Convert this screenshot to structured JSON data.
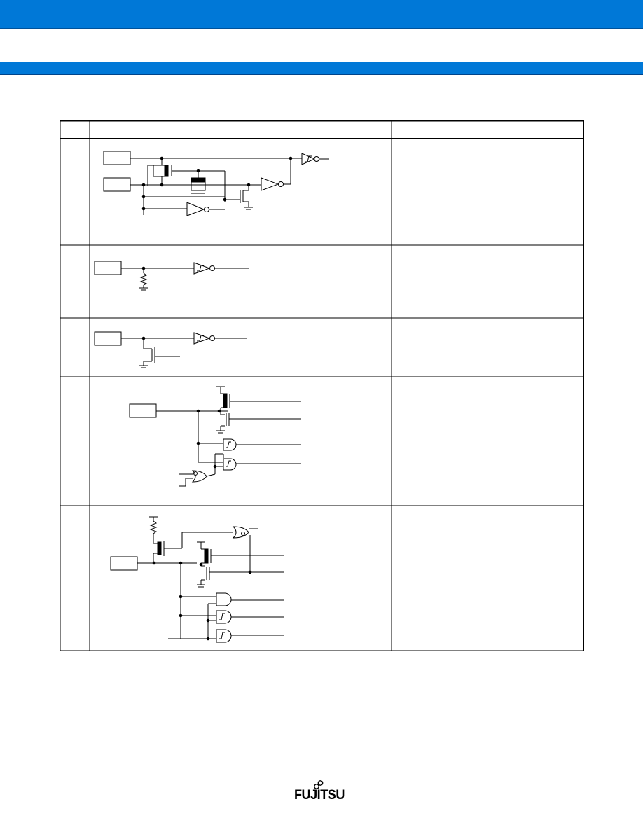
{
  "header": {
    "band_color": "#0078d7",
    "sub_band_color": "#0078d7"
  },
  "table": {
    "columns": [
      "",
      "",
      ""
    ],
    "rows": [
      {
        "id": "row-1",
        "circuit": "oscillator-circuit",
        "remarks": ""
      },
      {
        "id": "row-2",
        "circuit": "pull-down-input-circuit",
        "remarks": ""
      },
      {
        "id": "row-3",
        "circuit": "nmos-open-drain-input-circuit",
        "remarks": ""
      },
      {
        "id": "row-4",
        "circuit": "cmos-io-circuit",
        "remarks": ""
      },
      {
        "id": "row-5",
        "circuit": "pull-up-cmos-io-circuit",
        "remarks": ""
      }
    ]
  },
  "footer": {
    "logo_text": "FUJITSU",
    "logo_icon": "fujitsu-infinity-logo"
  }
}
